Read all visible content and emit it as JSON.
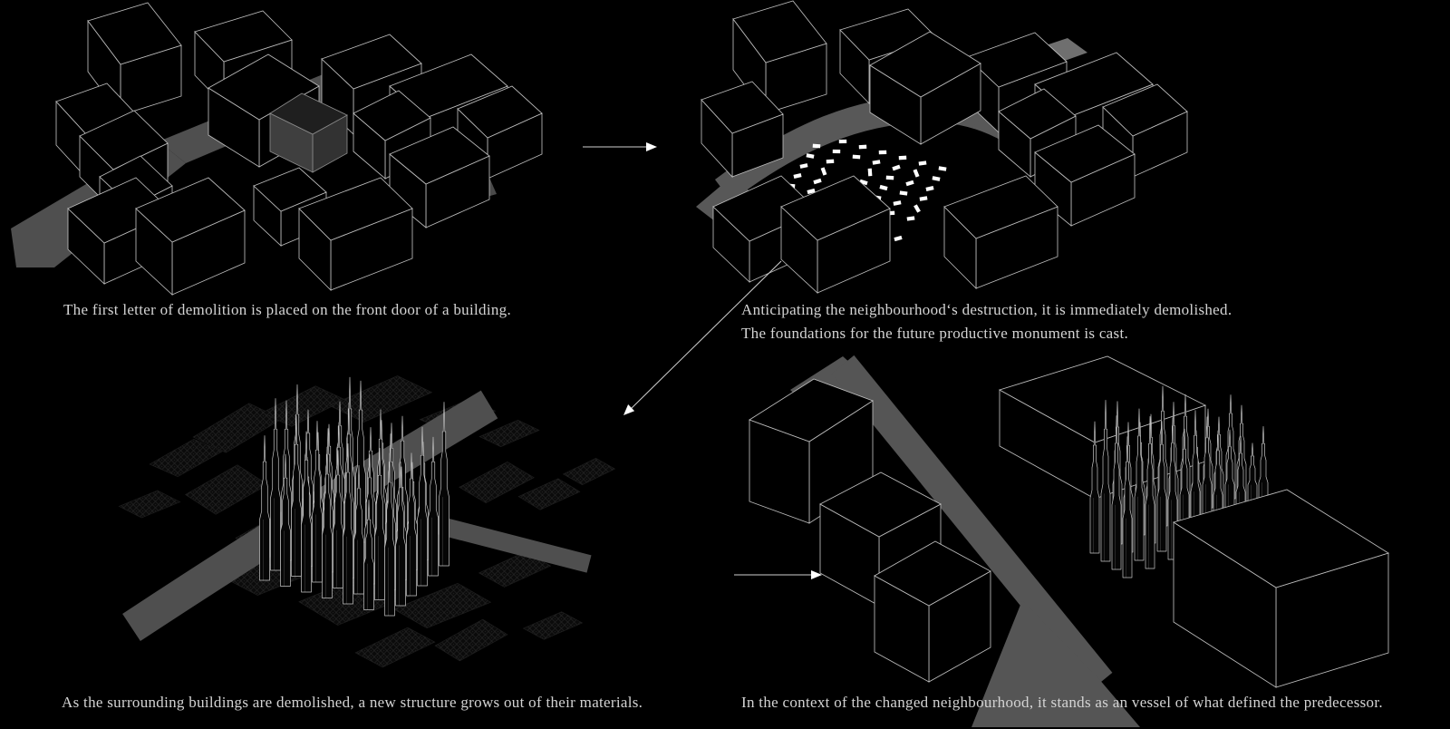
{
  "captions": {
    "step1": "The first letter of demolition is placed on the front door of a building.",
    "step2_line1": "Anticipating the neighbourhood‘s destruction, it is immediately demolished.",
    "step2_line2": "The foundations for the future productive monument is cast.",
    "step3": "As the surrounding buildings are demolished, a new structure grows out of their materials.",
    "step4": "In the context of the changed neighbourhood, it stands as an vessel of what defined the predecessor."
  },
  "arrows": [
    {
      "name": "step1-to-step2",
      "direction": "right"
    },
    {
      "name": "step2-to-step3",
      "direction": "down-left"
    },
    {
      "name": "step3-to-step4",
      "direction": "right"
    }
  ],
  "colors": {
    "background": "#000000",
    "caption_text": "#d4d4d4",
    "outline": "#bcbcbc",
    "road": "#555555",
    "road_dim": "#4f4f4f",
    "road_light": "#6f6f6f",
    "highlight_top": "#1f1f1f",
    "highlight_left": "#3f3f3f",
    "highlight_right": "#323232",
    "pile": "#ffffff",
    "arrow": "#d0d0d0"
  }
}
